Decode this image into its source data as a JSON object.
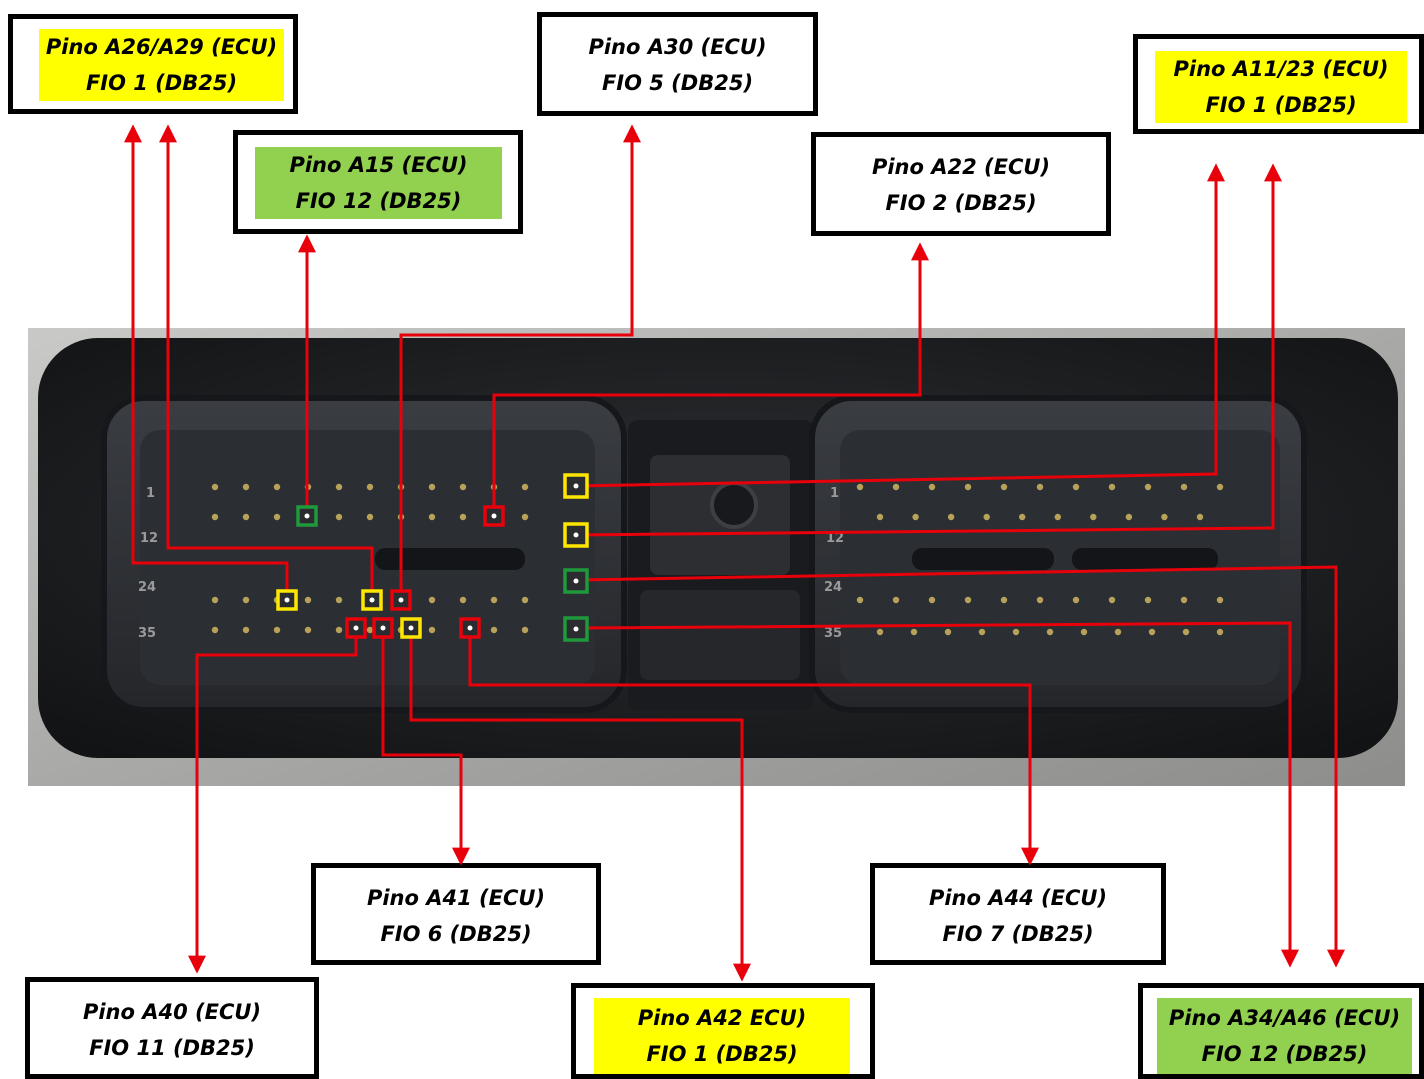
{
  "colors": {
    "arrow": "#e8000b",
    "yellow_highlight": "#ffff00",
    "green_highlight": "#92d050",
    "marker_red": "#e8000b",
    "marker_yellow": "#ffe600",
    "marker_green": "#1e9a3c",
    "box_border": "#000000"
  },
  "labels": {
    "a26_a29": {
      "pin": "Pino A26/A29 (ECU)",
      "wire": "FIO 1 (DB25)",
      "highlight": "yellow"
    },
    "a15": {
      "pin": "Pino A15 (ECU)",
      "wire": "FIO 12 (DB25)",
      "highlight": "green"
    },
    "a30": {
      "pin": "Pino A30 (ECU)",
      "wire": "FIO 5 (DB25)",
      "highlight": "none"
    },
    "a22": {
      "pin": "Pino A22 (ECU)",
      "wire": "FIO 2 (DB25)",
      "highlight": "none"
    },
    "a11_a23": {
      "pin": "Pino A11/23 (ECU)",
      "wire": "FIO 1 (DB25)",
      "highlight": "yellow"
    },
    "a41": {
      "pin": "Pino A41 (ECU)",
      "wire": "FIO 6 (DB25)",
      "highlight": "none"
    },
    "a44": {
      "pin": "Pino A44 (ECU)",
      "wire": "FIO 7 (DB25)",
      "highlight": "none"
    },
    "a40": {
      "pin": "Pino A40 (ECU)",
      "wire": "FIO 11 (DB25)",
      "highlight": "none"
    },
    "a42": {
      "pin": "Pino A42  ECU)",
      "wire": "FIO 1 (DB25)",
      "highlight": "yellow"
    },
    "a34_a46": {
      "pin": "Pino A34/A46 (ECU)",
      "wire": "FIO 12 (DB25)",
      "highlight": "green"
    }
  },
  "connector": {
    "left_row_numbers": [
      "1",
      "12",
      "24",
      "35"
    ],
    "right_row_numbers": [
      "1",
      "12",
      "24",
      "35"
    ]
  }
}
